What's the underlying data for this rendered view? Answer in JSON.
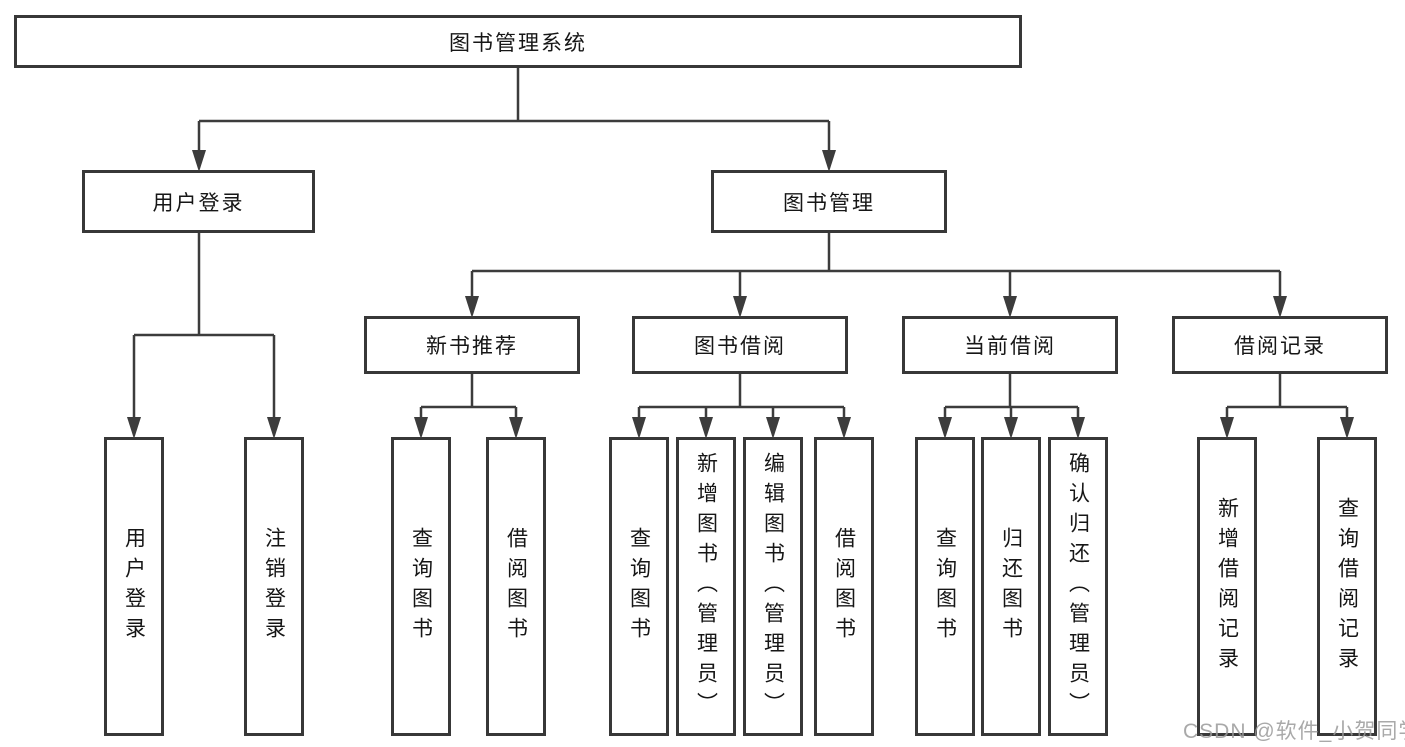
{
  "diagram": {
    "title": "图书管理系统",
    "branches": [
      {
        "label": "用户登录",
        "children": [
          {
            "label": "用户登录"
          },
          {
            "label": "注销登录"
          }
        ]
      },
      {
        "label": "图书管理",
        "children": [
          {
            "label": "新书推荐",
            "children": [
              {
                "label": "查询图书"
              },
              {
                "label": "借阅图书"
              }
            ]
          },
          {
            "label": "图书借阅",
            "children": [
              {
                "label": "查询图书"
              },
              {
                "label": "新增图书（管理员）"
              },
              {
                "label": "编辑图书（管理员）"
              },
              {
                "label": "借阅图书"
              }
            ]
          },
          {
            "label": "当前借阅",
            "children": [
              {
                "label": "查询图书"
              },
              {
                "label": "归还图书"
              },
              {
                "label": "确认归还（管理员）"
              }
            ]
          },
          {
            "label": "借阅记录",
            "children": [
              {
                "label": "新增借阅记录"
              },
              {
                "label": "查询借阅记录"
              }
            ]
          }
        ]
      }
    ]
  },
  "watermark": {
    "text": "CSDN @软件_小贺同学"
  },
  "colors": {
    "line": "#3c3c3c",
    "box_border": "#383838",
    "text": "#161616",
    "watermark": "#9a9a9a",
    "background": "#ffffff"
  }
}
